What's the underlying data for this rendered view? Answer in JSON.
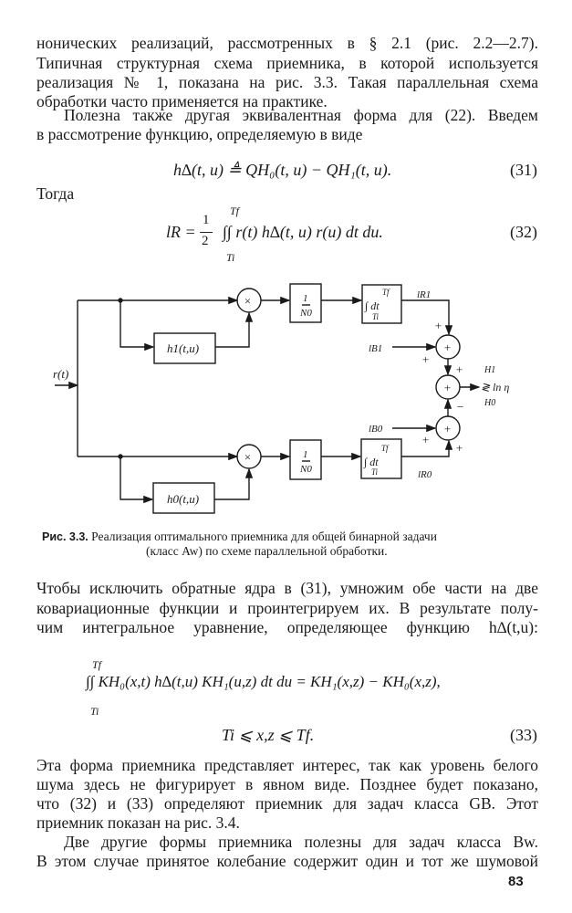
{
  "paragraphs_top": [
    "нонических реализаций, рассмотренных в § 2.1 (рис. 2.2—2.7).",
    "Типичная структурная схема приемника, в которой используется",
    "реализация № 1, показана на рис. 3.3. Такая параллельная схема",
    "обработки часто применяется на практике.",
    "Полезна также другая эквивалентная форма для (22). Введем",
    "в рассмотрение функцию, определяемую в виде"
  ],
  "eq31": {
    "text": "h∆(t, u) ≜ QH₀(t, u) − QH₁(t, u).",
    "number": "(31)"
  },
  "then": "Тогда",
  "eq32": {
    "lhs": "lR = ",
    "frac_num": "1",
    "frac_den": "2",
    "upper": "Tf",
    "lower": "Ti",
    "body": "∫∫ r(t) h∆(t, u) r(u) dt du.",
    "number": "(32)"
  },
  "figure": {
    "input": "r(t)",
    "multiply": "×",
    "gain_num": "1",
    "gain_den": "N0",
    "integrator": "∫ dt",
    "int_upper": "Tf",
    "int_lower": "Ti",
    "filter_top": "h1(t,u)",
    "filter_bottom": "h0(t,u)",
    "out_top": "lR1",
    "out_bottom": "lR0",
    "bias_top": "lB1",
    "bias_bottom": "lB0",
    "sum": "+",
    "plus": "+",
    "minus": "−",
    "decision_top": "H1",
    "decision_sym": "≷ ln η",
    "decision_bottom": "H0",
    "caption_bold": "Рис. 3.3.",
    "caption_line1": "Реализация оптимального приемника для общей бинарной  задачи",
    "caption_line2": "(класс Aw) по схеме параллельной обработки."
  },
  "paragraphs_mid": [
    "Чтобы исключить обратные ядра в (31), умножим обе части на две",
    "ковариационные функции и проинтегрируем их. В результате полу-",
    "чим интегральное уравнение, определяющее функцию h∆(t,u):"
  ],
  "eq33": {
    "upper": "Tf",
    "lower": "Ti",
    "line1": "∫∫ KH₀(x,t) h∆(t,u) KH₁(u,z) dt du = KH₁(x,z) − KH₀(x,z),",
    "line2": "Ti ⩽ x,z ⩽ Tf.",
    "number": "(33)"
  },
  "paragraphs_bottom": [
    "Эта форма приемника представляет интерес, так как уровень белого",
    "шума здесь не фигурирует в явном виде. Позднее будет показано,",
    "что (32) и (33) определяют приемник для задач класса GB. Этот",
    "приемник показан на рис. 3.4.",
    "Две другие формы приемника полезны для задач класса Bw.",
    "В этом случае принятое колебание содержит один и тот же шумовой"
  ],
  "page_number": "83"
}
